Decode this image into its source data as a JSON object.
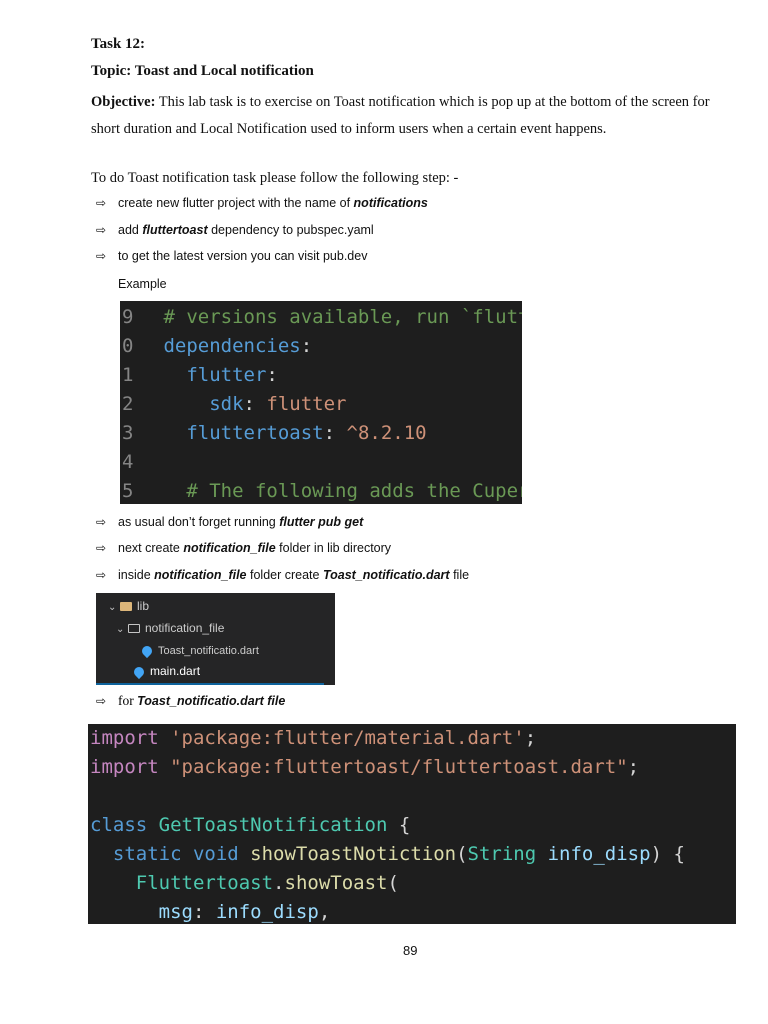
{
  "task_title": "Task 12:",
  "topic": "Topic: Toast and Local notification",
  "objective": {
    "label": "Objective:",
    "text": " This lab task is to exercise on Toast notification which is pop up at the bottom of the screen for short duration and Local Notification used to inform users when a certain event happens."
  },
  "intro": "To do Toast notification task please follow the following step: -",
  "bullet_arrow": "⇨",
  "steps": [
    {
      "pre": "create new flutter project with the name of ",
      "bold": "notifications",
      "post": ""
    },
    {
      "pre": "add ",
      "bold": "fluttertoast",
      "post": " dependency to pubspec.yaml"
    },
    {
      "pre": "to get the latest version you can visit pub.dev",
      "bold": "",
      "post": ""
    },
    {
      "pre": "as usual don’t forget running ",
      "bold": "flutter pub get",
      "post": ""
    },
    {
      "pre": "next create ",
      "bold": "notification_file",
      "post": "  folder in lib directory"
    },
    {
      "pre": "inside ",
      "bold": "notification_file",
      "post": " folder create "
    },
    {
      "pre": "for ",
      "bold": "Toast_notificatio.dart file",
      "post": ""
    }
  ],
  "step6_bold2": "Toast_notificatio.dart",
  "step6_tail": " file",
  "example_label": "Example",
  "code1": {
    "lines": [
      {
        "num": "9",
        "comment": "# versions available, run `flutt"
      },
      {
        "num": "0",
        "key": "dependencies",
        "punct": ":"
      },
      {
        "num": "1",
        "key": "flutter",
        "punct": ":"
      },
      {
        "num": "2",
        "key": "sdk",
        "punct": ": ",
        "value": "flutter"
      },
      {
        "num": "3",
        "key": "fluttertoast",
        "punct": ": ",
        "value": "^8.2.10"
      },
      {
        "num": "4"
      },
      {
        "num": "5",
        "comment": "# The following adds the Cuper"
      }
    ]
  },
  "file_tree": {
    "items": [
      {
        "name": "lib",
        "type": "folder"
      },
      {
        "name": "notification_file",
        "type": "folder-open"
      },
      {
        "name": "Toast_notificatio.dart",
        "type": "dart"
      },
      {
        "name": "main.dart",
        "type": "dart"
      }
    ],
    "chevron": "⌄"
  },
  "code2": {
    "line1": {
      "kw": "import",
      "str": " 'package:flutter/material.dart'",
      "end": ";"
    },
    "line2": {
      "kw": "import",
      "str": " \"package:fluttertoast/fluttertoast.dart\"",
      "end": ";"
    },
    "line3": {
      "kw": "class",
      "name": " GetToastNotification",
      "end": " {"
    },
    "line4": {
      "kw1": "static",
      "kw2": " void",
      "func": " showToastNotiction",
      "p1": "(",
      "type": "String",
      "var": " info_disp",
      "end": ") {"
    },
    "line5": {
      "cls": "Fluttertoast",
      "dot": ".",
      "func": "showToast",
      "end": "("
    },
    "line6": {
      "var": "msg",
      "colon": ":",
      "val": " info_disp",
      "end": ","
    }
  },
  "page_number": "89"
}
